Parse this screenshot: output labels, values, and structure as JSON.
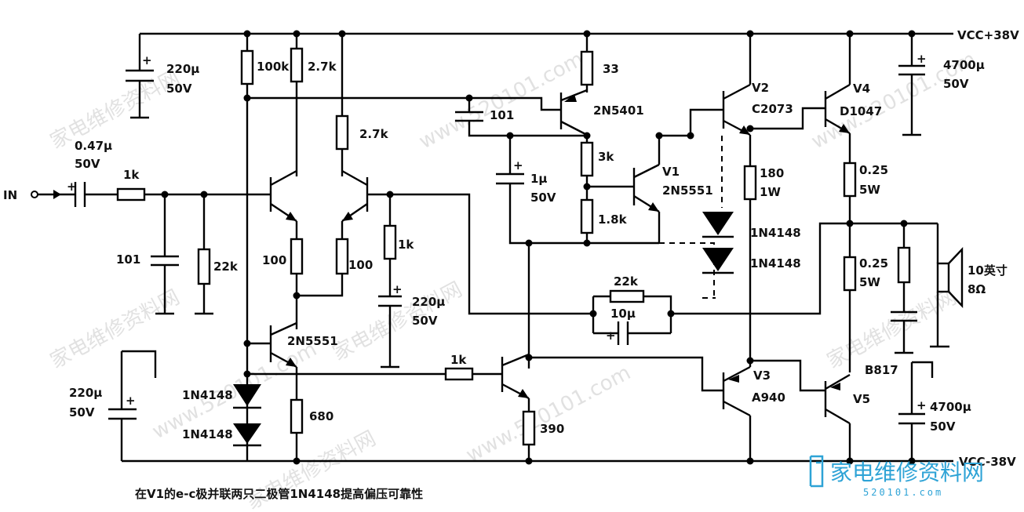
{
  "supply": {
    "pos": "VCC+38V",
    "neg": "VCC-38V"
  },
  "input_label": "IN",
  "caption": "在V1的e-c极并联两只二极管1N4148提高偏压可靠性",
  "watermark": [
    "家电维修资料网",
    "www.520101.com"
  ],
  "logo": {
    "text": "家电维修资料网",
    "url": "520101.com"
  },
  "labels": {
    "c_in_val": "0.47μ",
    "c_in_v": "50V",
    "r_in": "1k",
    "c101_in": "101",
    "r22k_in": "22k",
    "c220_top_val": "220μ",
    "c220_top_v": "50V",
    "r100k": "100k",
    "r27k_a": "2.7k",
    "r27k_b": "2.7k",
    "r100_a": "100",
    "r100_b": "100",
    "q_cs": "2N5551",
    "d1": "1N4148",
    "d2": "1N4148",
    "r680": "680",
    "c220_bot_val": "220μ",
    "c220_bot_v": "50V",
    "r1k_fb": "1k",
    "c220_fb_val": "220μ",
    "c220_fb_v": "50V",
    "r33": "33",
    "q_2n5401": "2N5401",
    "c101_mid": "101",
    "c1u_val": "1μ",
    "c1u_v": "50V",
    "r3k": "3k",
    "r18k": "1.8k",
    "q_v1": "V1",
    "q_v1_type": "2N5551",
    "r22k_fb": "22k",
    "c10u": "10μ",
    "r1k_vas": "1k",
    "r390": "390",
    "q_v2": "V2",
    "q_v2_type": "C2073",
    "q_v4": "V4",
    "q_v4_type": "D1047",
    "r180": "180",
    "r180_w": "1W",
    "d3": "1N4148",
    "d4": "1N4148",
    "q_v3": "V3",
    "q_v3_type": "A940",
    "q_v5": "V5",
    "q_v5_type": "B817",
    "r025_a": "0.25",
    "r025_a_w": "5W",
    "r025_b": "0.25",
    "r025_b_w": "5W",
    "c4700_top_val": "4700μ",
    "c4700_top_v": "50V",
    "c4700_bot_val": "4700μ",
    "c4700_bot_v": "50V",
    "spk": "10英寸",
    "spk_imp": "8Ω"
  }
}
